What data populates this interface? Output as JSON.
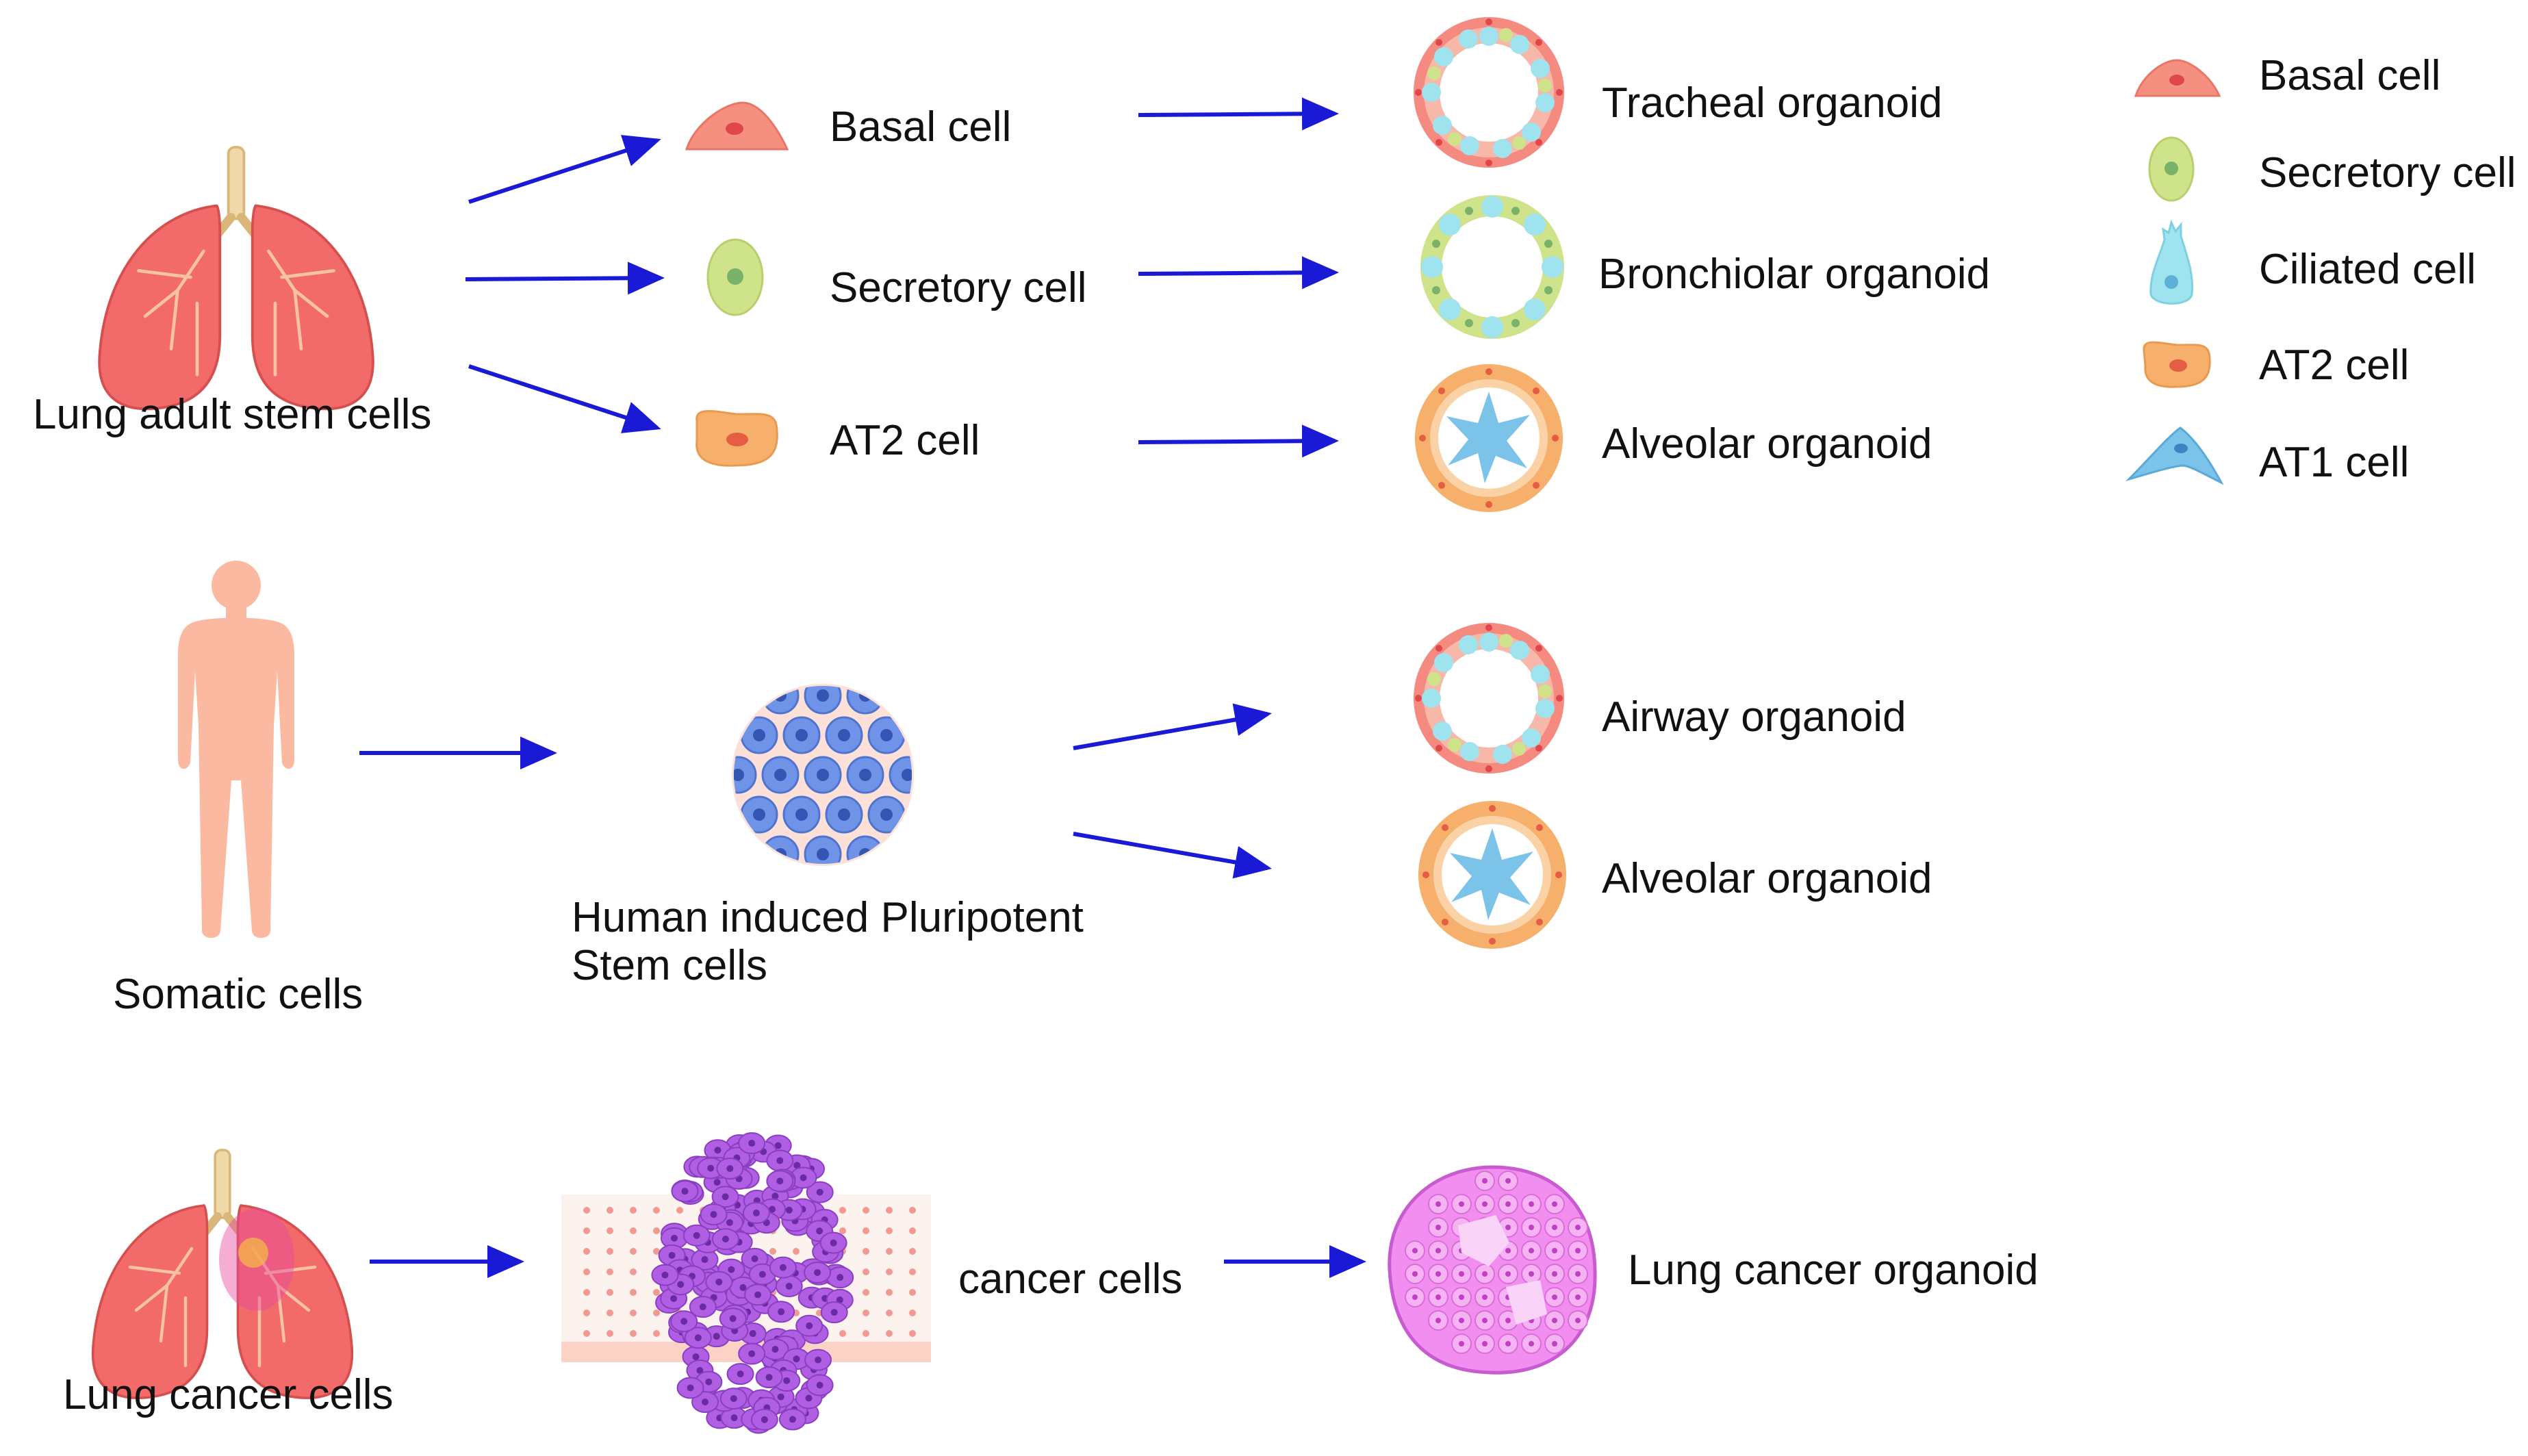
{
  "colors": {
    "arrow": "#1a1ad6",
    "lung": "#f26a6a",
    "lung_dark": "#e04e4e",
    "trachea": "#f0d9a8",
    "skin": "#fbb9a1",
    "basal": "#f59080",
    "secretory": "#cfe38a",
    "ciliated": "#9fe3ef",
    "at2": "#f6b06b",
    "at1": "#7cc3ea",
    "ipsc": "#6f93e6",
    "cancer": "#b05ee3",
    "cancer_organoid": "#f18ef0"
  },
  "row1": {
    "source": "Lung adult stem cells",
    "cells": [
      "Basal cell",
      "Secretory cell",
      "AT2 cell"
    ],
    "organoids": [
      "Tracheal organoid",
      "Bronchiolar organoid",
      "Alveolar organoid"
    ]
  },
  "row2": {
    "source": "Somatic cells",
    "ipsc_line1": "Human induced Pluripotent",
    "ipsc_line2": "Stem cells",
    "organoids": [
      "Airway organoid",
      "Alveolar organoid"
    ]
  },
  "row3": {
    "source": "Lung cancer cells",
    "cells": "cancer cells",
    "organoid": "Lung cancer organoid"
  },
  "legend": {
    "items": [
      {
        "label": "Basal cell",
        "icon": "basal-cell-icon"
      },
      {
        "label": "Secretory cell",
        "icon": "secretory-cell-icon"
      },
      {
        "label": "Ciliated cell",
        "icon": "ciliated-cell-icon"
      },
      {
        "label": "AT2 cell",
        "icon": "at2-cell-icon"
      },
      {
        "label": "AT1 cell",
        "icon": "at1-cell-icon"
      }
    ]
  }
}
